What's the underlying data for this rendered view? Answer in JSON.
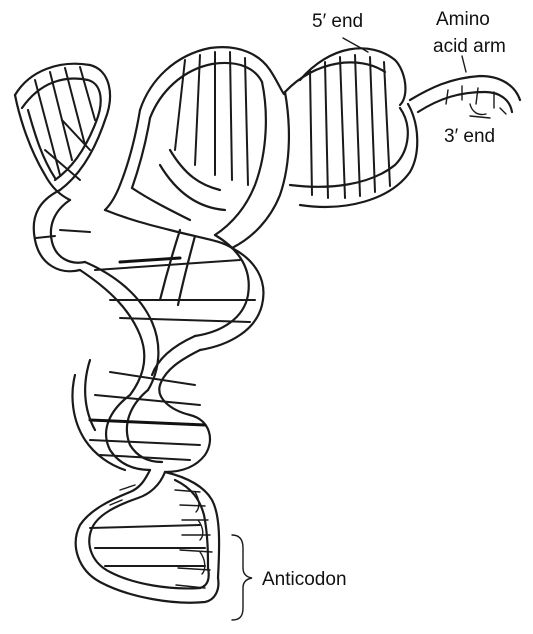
{
  "labels": {
    "five_prime_end": "5′ end",
    "amino_acid_arm_line1": "Amino",
    "amino_acid_arm_line2": "acid arm",
    "three_prime_end": "3′ end",
    "anticodon": "Anticodon"
  },
  "colors": {
    "ink": "#1a1a1a",
    "background": "#ffffff"
  }
}
